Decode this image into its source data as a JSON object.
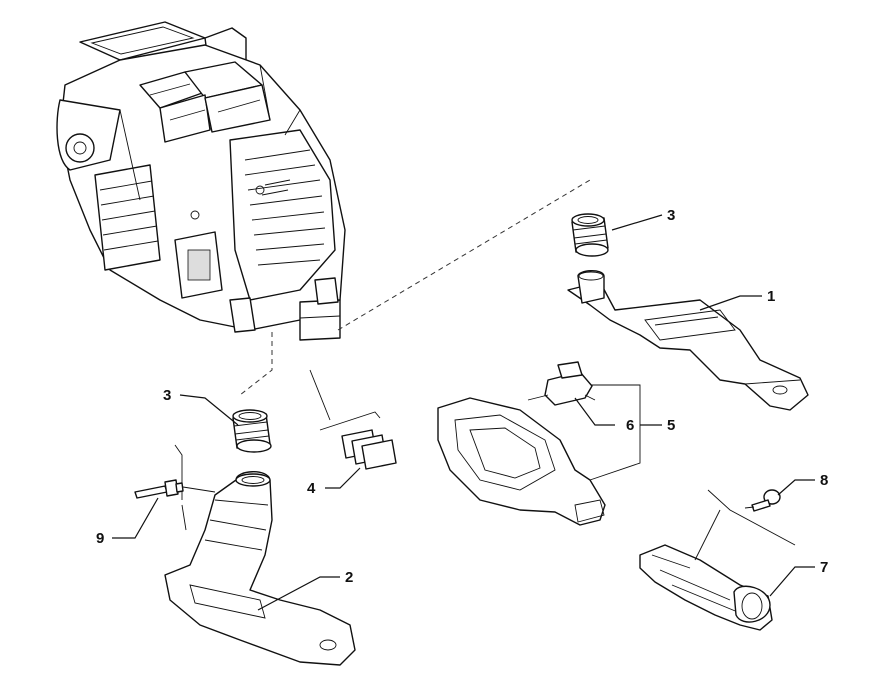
{
  "callouts": [
    "1",
    "2",
    "3",
    "3",
    "4",
    "5",
    "6",
    "7",
    "8",
    "9"
  ]
}
